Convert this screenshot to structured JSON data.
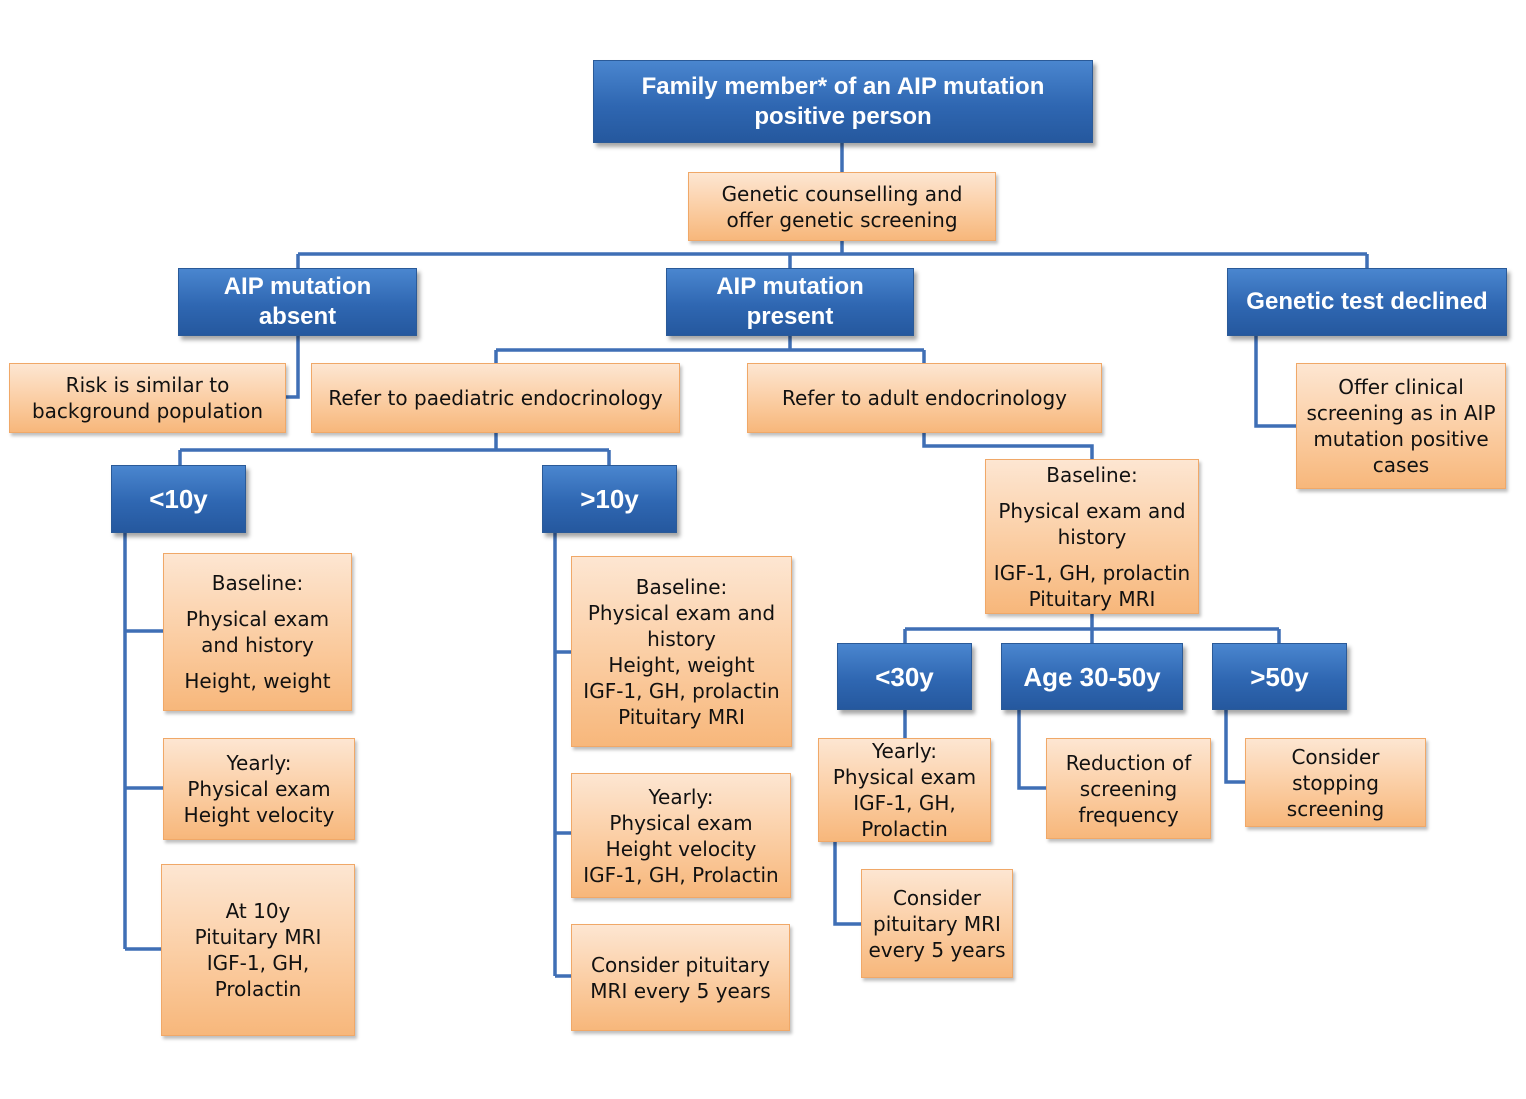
{
  "colors": {
    "blue_box": "#2f67b2",
    "orange_box": "#fbcfa6",
    "connector": "#3f6fb5"
  },
  "top": {
    "line1": "Family member* of an AIP mutation",
    "line2": "positive person"
  },
  "counselling": {
    "line1": "Genetic counselling and",
    "line2": "offer genetic screening"
  },
  "absent": {
    "title": {
      "line1": "AIP mutation",
      "line2": "absent"
    },
    "risk": {
      "line1": "Risk is similar to",
      "line2": "background population"
    }
  },
  "present": {
    "title": {
      "line1": "AIP mutation",
      "line2": "present"
    },
    "paediatric": "Refer to paediatric endocrinology",
    "adult": "Refer to adult endocrinology"
  },
  "declined": {
    "title": "Genetic test declined",
    "offer": {
      "line1": "Offer clinical",
      "line2": "screening as in AIP",
      "line3": "mutation positive",
      "line4": "cases"
    }
  },
  "under10": {
    "title": "<10y",
    "baseline": {
      "heading": "Baseline:",
      "l1": "Physical exam",
      "l2": "and history",
      "l3": "Height, weight"
    },
    "yearly": {
      "heading": "Yearly:",
      "l1": "Physical exam",
      "l2": "Height velocity"
    },
    "at10": {
      "l1": "At 10y",
      "l2": "Pituitary MRI",
      "l3": "IGF-1, GH,",
      "l4": "Prolactin"
    }
  },
  "over10": {
    "title": ">10y",
    "baseline": {
      "heading": "Baseline:",
      "l1": "Physical exam and",
      "l2": "history",
      "l3": "Height, weight",
      "l4": "IGF-1, GH, prolactin",
      "l5": "Pituitary MRI"
    },
    "yearly": {
      "heading": "Yearly:",
      "l1": "Physical exam",
      "l2": "Height velocity",
      "l3": "IGF-1, GH, Prolactin"
    },
    "mri": {
      "l1": "Consider pituitary",
      "l2": "MRI every 5 years"
    }
  },
  "adult_baseline": {
    "heading": "Baseline:",
    "l1": "Physical exam and",
    "l2": "history",
    "l3": "IGF-1, GH, prolactin",
    "l4": "Pituitary MRI"
  },
  "under30": {
    "title": "<30y",
    "yearly": {
      "heading": "Yearly:",
      "l1": "Physical exam",
      "l2": "IGF-1, GH,",
      "l3": "Prolactin"
    },
    "mri": {
      "l1": "Consider",
      "l2": "pituitary MRI",
      "l3": "every 5 years"
    }
  },
  "age30_50": {
    "title": "Age 30-50y",
    "reduction": {
      "l1": "Reduction of",
      "l2": "screening",
      "l3": "frequency"
    }
  },
  "over50": {
    "title": ">50y",
    "stop": {
      "l1": "Consider",
      "l2": "stopping",
      "l3": "screening"
    }
  }
}
